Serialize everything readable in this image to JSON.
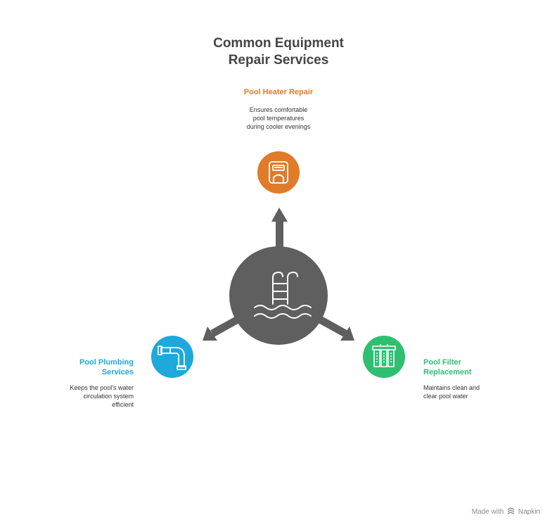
{
  "title": {
    "line1": "Common Equipment",
    "line2": "Repair Services"
  },
  "colors": {
    "hub": "#5f5f5f",
    "heater": "#e07b29",
    "plumbing": "#1ea8dc",
    "filter": "#2fbf71",
    "text": "#333333"
  },
  "hub": {
    "icon": "pool-ladder-icon"
  },
  "nodes": {
    "heater": {
      "heading": "Pool Heater Repair",
      "desc": [
        "Ensures comfortable",
        "pool temperatures",
        "during cooler evenings"
      ],
      "icon": "heater-icon"
    },
    "plumbing": {
      "heading": [
        "Pool Plumbing",
        "Services"
      ],
      "desc": [
        "Keeps the pool's water",
        "circulation system",
        "efficient"
      ],
      "icon": "pipe-icon"
    },
    "filter": {
      "heading": [
        "Pool Filter",
        "Replacement"
      ],
      "desc": [
        "Maintains clean and",
        "clear pool water"
      ],
      "icon": "filter-cartridge-icon"
    }
  },
  "watermark": {
    "prefix": "Made with",
    "brand": "Napkin",
    "icon": "napkin-logo-icon"
  }
}
